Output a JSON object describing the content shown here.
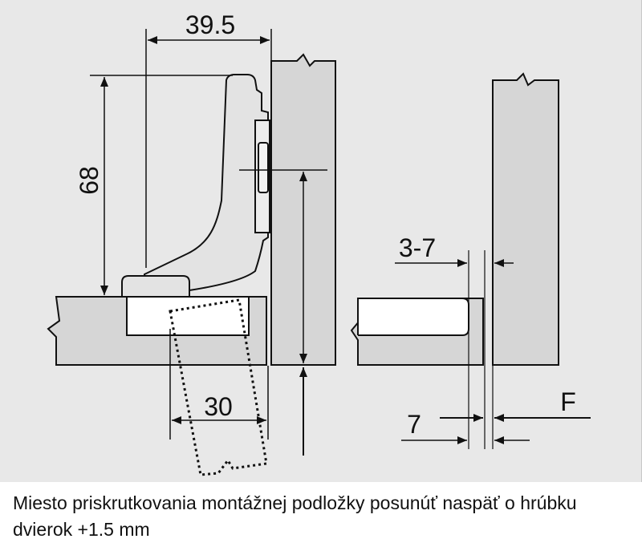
{
  "dimensions": {
    "width": "39.5",
    "height": "68",
    "offset": "30",
    "gap": "3-7",
    "distance": "7",
    "force": "F"
  },
  "caption": "Miesto priskrutkovania montážnej podložky posunúť naspäť o hrúbku dvierok +1.5 mm",
  "colors": {
    "background": "#e8e8e8",
    "part_fill": "#d6d6d6",
    "outline": "#111111"
  }
}
